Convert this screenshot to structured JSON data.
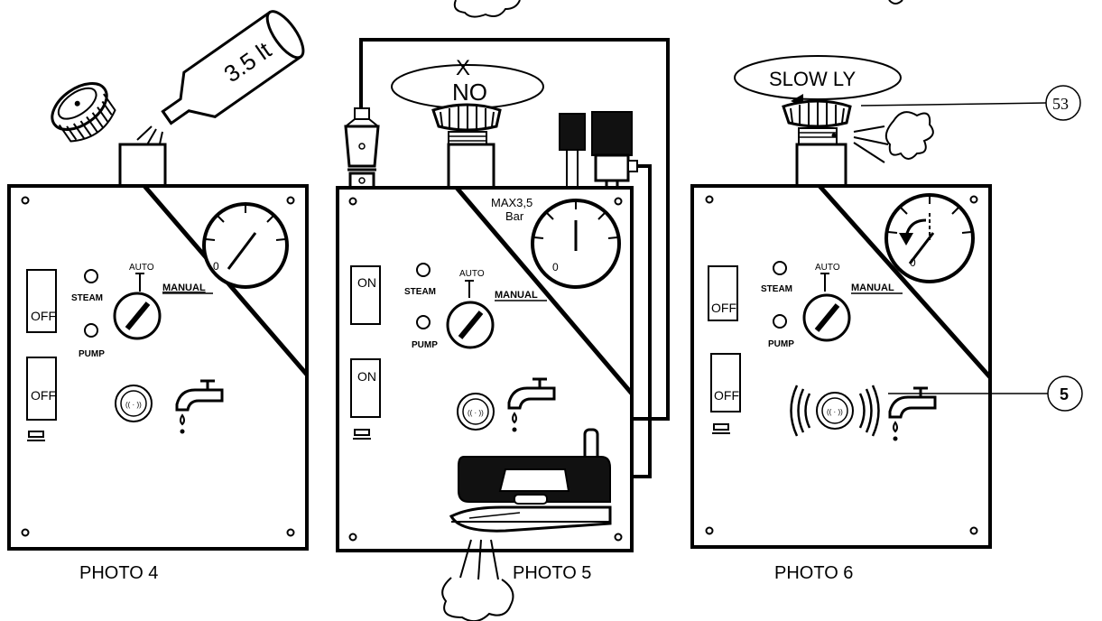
{
  "photos": [
    {
      "caption": "PHOTO 4",
      "switch_top": "OFF",
      "switch_bottom": "OFF",
      "steam_label": "STEAM",
      "pump_label": "PUMP",
      "auto_label": "AUTO",
      "manual_label": "MANUAL",
      "gauge_zero": "0",
      "bottle_label": "3.5 lt"
    },
    {
      "caption": "PHOTO 5",
      "switch_top": "ON",
      "switch_bottom": "ON",
      "steam_label": "STEAM",
      "pump_label": "PUMP",
      "auto_label": "AUTO",
      "manual_label": "MANUAL",
      "gauge_zero": "0",
      "max_label_line1": "MAX3,5",
      "max_label_line2": "Bar",
      "cross_mark": "X",
      "no_label": "NO"
    },
    {
      "caption": "PHOTO 6",
      "switch_top": "OFF",
      "switch_bottom": "OFF",
      "steam_label": "STEAM",
      "pump_label": "PUMP",
      "auto_label": "AUTO",
      "manual_label": "MANUAL",
      "gauge_zero": "0",
      "slowly_label": "SLOW LY",
      "callout_53": "53",
      "callout_5": "5"
    }
  ]
}
